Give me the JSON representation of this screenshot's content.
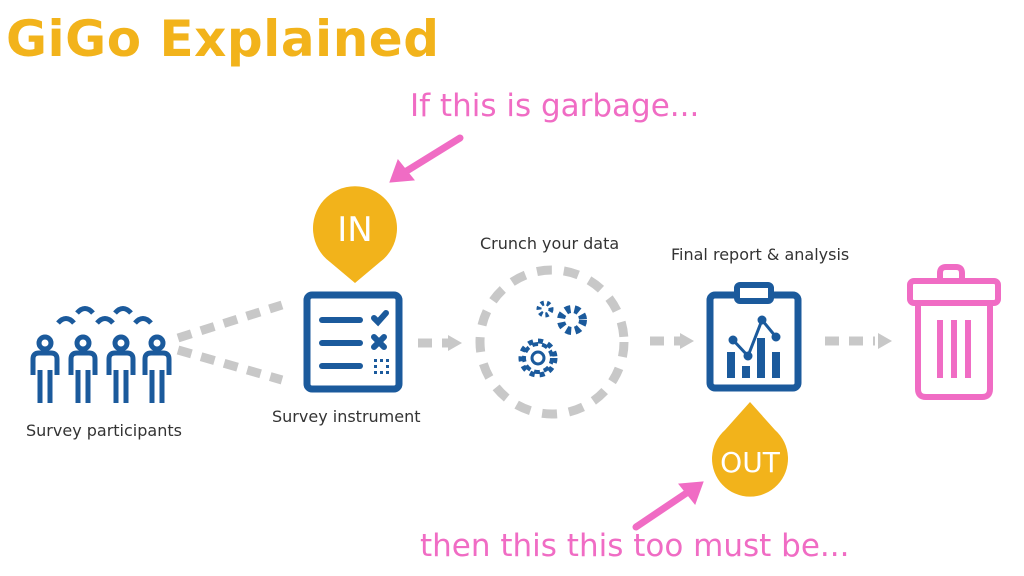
{
  "title": "GiGo Explained",
  "annotations": {
    "top": "If this is garbage...",
    "bottom": "then this this too must be..."
  },
  "badges": {
    "in": "IN",
    "out": "OUT"
  },
  "steps": [
    {
      "label": "Survey participants",
      "icon": "people-icon"
    },
    {
      "label": "Survey instrument",
      "icon": "checklist-icon"
    },
    {
      "label": "Crunch your data",
      "icon": "gears-icon"
    },
    {
      "label": "Final report & analysis",
      "icon": "report-clipboard-icon"
    },
    {
      "label": "",
      "icon": "trash-icon"
    }
  ],
  "colors": {
    "title": "#f2b31b",
    "accent": "#f06cc4",
    "icon": "#1b5a9c",
    "connector": "#c8c8c8",
    "badge": "#f2b31b"
  }
}
